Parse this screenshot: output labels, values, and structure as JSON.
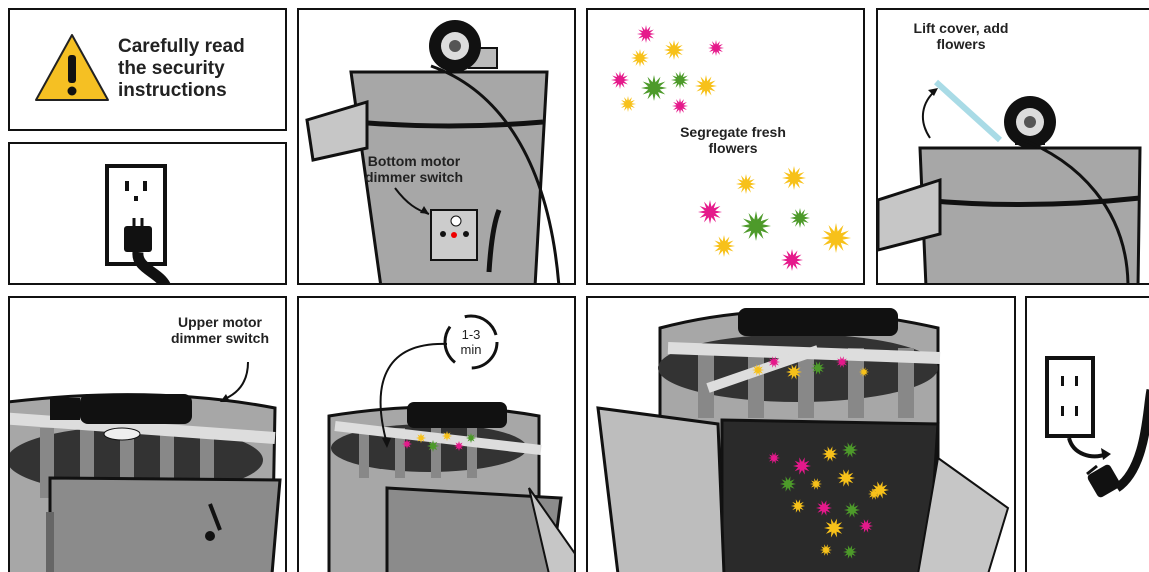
{
  "panels": {
    "read_instructions": {
      "text": "Carefully read the security instructions"
    },
    "plug_in": {},
    "bottom_motor": {
      "label": "Bottom motor dimmer switch"
    },
    "segregate": {
      "label": "Segregate fresh flowers"
    },
    "lift_cover": {
      "label": "Lift cover, add flowers"
    },
    "upper_motor": {
      "label": "Upper motor dimmer switch"
    },
    "timer": {
      "label": "1-3 min"
    },
    "collect": {},
    "unplug": {}
  },
  "colors": {
    "outline": "#111111",
    "metal": "#a7a7a7",
    "metal_dark": "#7d7d7d",
    "flower_magenta": "#e5198b",
    "flower_yellow": "#f7c11a",
    "flower_green": "#4d9a2a",
    "warning_yellow": "#f5c023",
    "cover_blue": "#a9dbe6"
  },
  "icons": [
    "warning-icon",
    "outlet-icon",
    "plug-icon",
    "flower-icon",
    "arrow-icon",
    "machine-icon"
  ]
}
